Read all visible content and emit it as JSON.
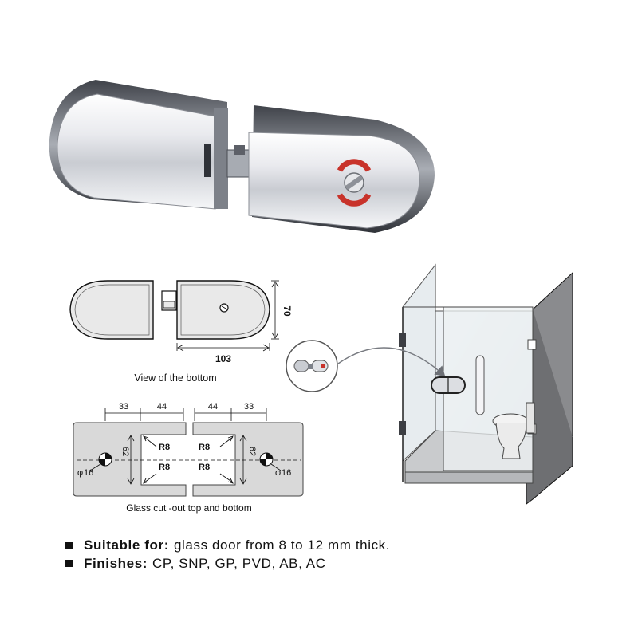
{
  "colors": {
    "chrome_light": "#f4f4f6",
    "chrome_mid": "#b9bcc2",
    "chrome_dark": "#5d6068",
    "indicator_red": "#c8332b",
    "panel_gray": "#d9d9d9",
    "glass_tint": "#dfe6ec",
    "arrow_gray": "#777a80"
  },
  "dims_bottom": {
    "width": "103",
    "height": "70",
    "caption": "View of the bottom"
  },
  "cutout": {
    "left_offset": "33",
    "left_notch": "44",
    "right_notch": "44",
    "right_offset": "33",
    "height": "62",
    "radius_labels": [
      "R8",
      "R8",
      "R8",
      "R8"
    ],
    "hole_label": "16",
    "hole_symbol": "φ",
    "caption": "Glass cut -out top and bottom"
  },
  "specs": [
    {
      "label": "Suitable for:",
      "value": "glass door from 8 to 12 mm thick."
    },
    {
      "label": "Finishes:",
      "value": "CP, SNP, GP, PVD, AB, AC"
    }
  ]
}
